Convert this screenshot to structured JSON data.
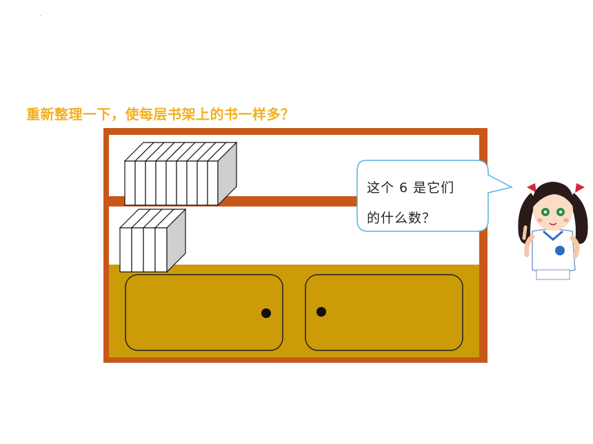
{
  "question": {
    "text": "重新整理一下，使每层书架上的书一样多？"
  },
  "bubble": {
    "line1": "这个 6 是它们",
    "line2": "的什么数？"
  },
  "shelf": {
    "top_books": 9,
    "middle_books": 4,
    "cabinet_doors": 2
  },
  "colors": {
    "question_text": "#f2b01e",
    "frame": "#c8581a",
    "cabinet": "#cc9b08",
    "bubble_border": "#5aaee0",
    "book_front": "#ffffff",
    "book_side": "#cfcfcf"
  }
}
